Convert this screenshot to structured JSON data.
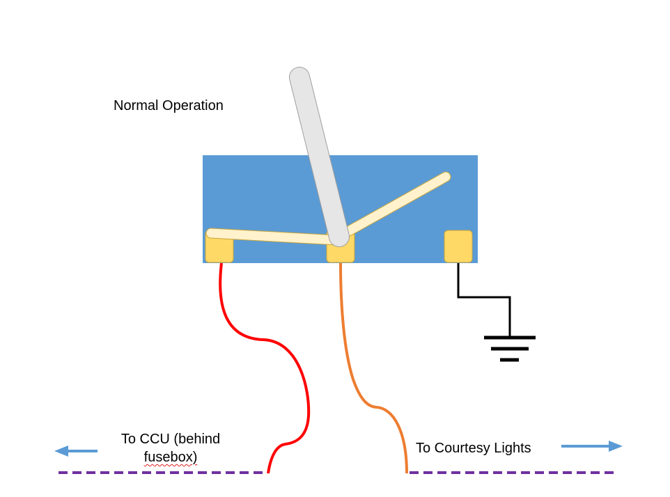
{
  "title": "Normal Operation",
  "labels": {
    "ccu_line1": "To CCU (behind",
    "ccu_line2": "fusebox)",
    "courtesy": "To Courtesy Lights"
  },
  "colors": {
    "switch_body": "#5B9BD5",
    "terminal": "#FFD966",
    "terminal_border": "#C9A43A",
    "contact_blade": "#FFF2CC",
    "lever": "#E6E6E6",
    "lever_border": "#9E9E9E",
    "wire_ccu": "#FF0000",
    "wire_courtesy": "#ED7D31",
    "wire_ground": "#000000",
    "bus_line": "#7030A0",
    "arrow": "#5B9BD5"
  },
  "icons": {
    "ground": "ground-symbol-icon",
    "arrow_left": "arrow-left-icon",
    "arrow_right": "arrow-right-icon"
  }
}
